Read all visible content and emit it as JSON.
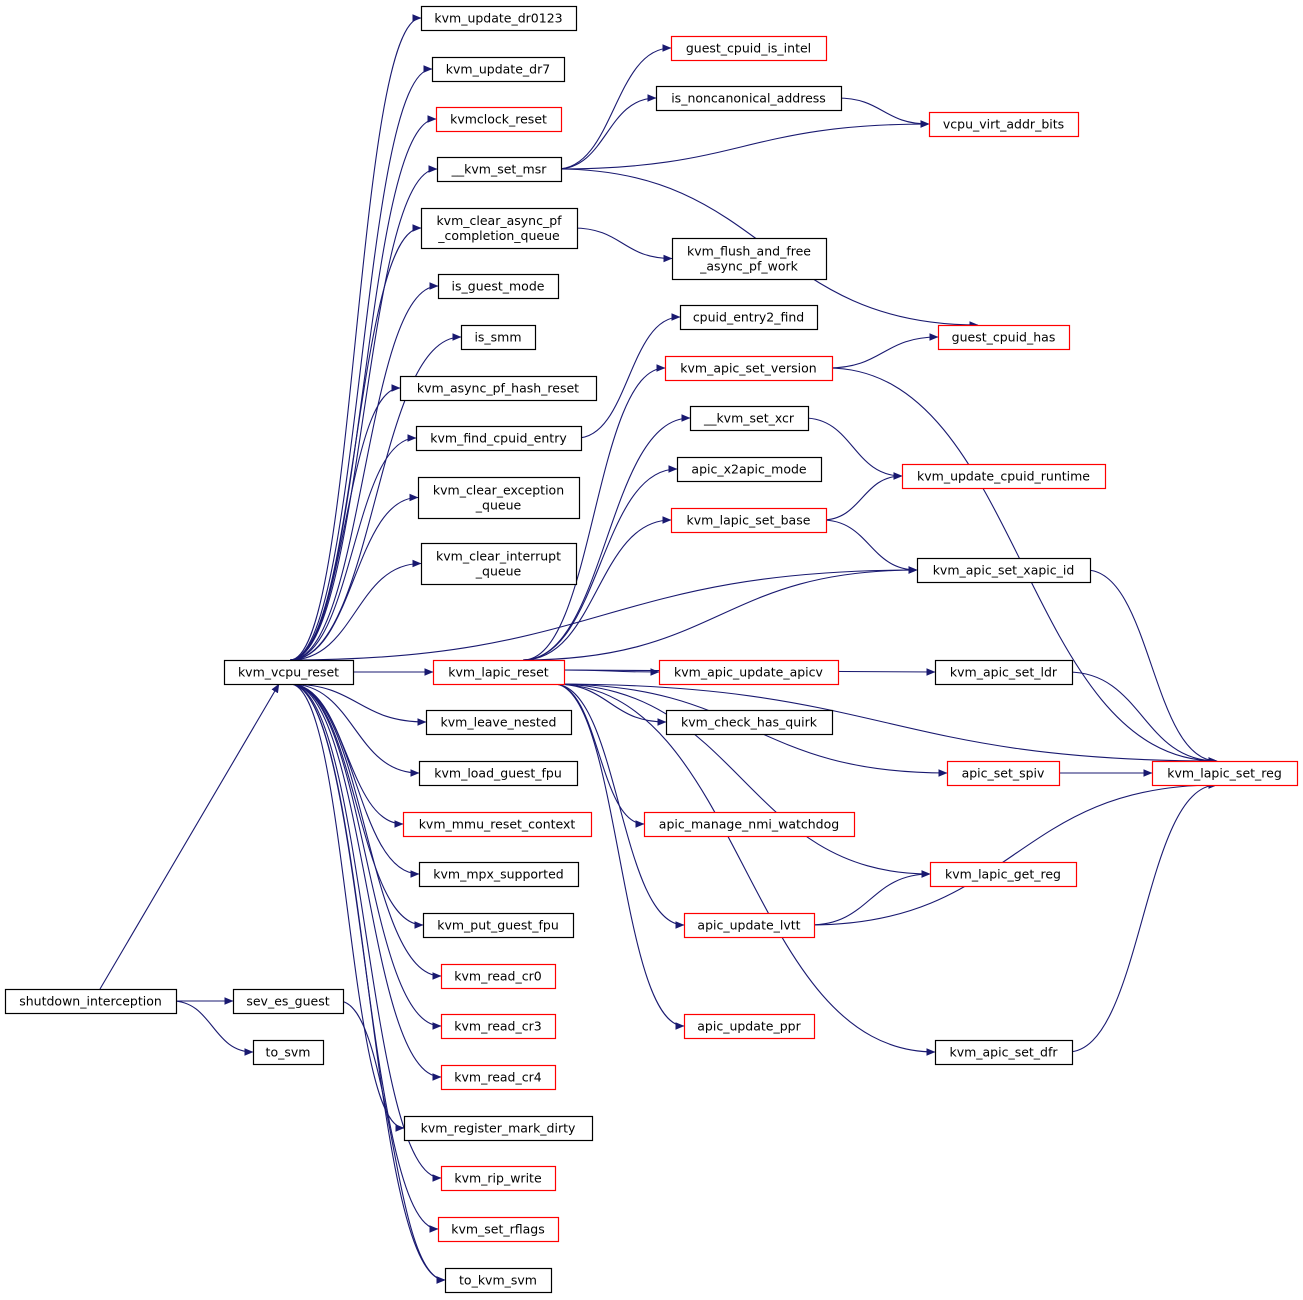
{
  "colors": {
    "edge": "#191970",
    "border_default": "#000000",
    "border_red": "#ff0000",
    "root_fill": "#bfbfbf"
  },
  "nodes": {
    "shutdown_interception": {
      "label": "shutdown_interception",
      "style": "root"
    },
    "kvm_vcpu_reset": {
      "label": "kvm_vcpu_reset",
      "style": "black"
    },
    "sev_es_guest": {
      "label": "sev_es_guest",
      "style": "black"
    },
    "to_svm": {
      "label": "to_svm",
      "style": "black"
    },
    "kvm_update_dr0123": {
      "label": "kvm_update_dr0123",
      "style": "black"
    },
    "kvm_update_dr7": {
      "label": "kvm_update_dr7",
      "style": "black"
    },
    "kvmclock_reset": {
      "label": "kvmclock_reset",
      "style": "red"
    },
    "__kvm_set_msr": {
      "label": "__kvm_set_msr",
      "style": "black"
    },
    "kvm_clear_async_pf_completion_queue": {
      "label": "kvm_clear_async_pf\n_completion_queue",
      "style": "black"
    },
    "is_guest_mode": {
      "label": "is_guest_mode",
      "style": "black"
    },
    "is_smm": {
      "label": "is_smm",
      "style": "black"
    },
    "kvm_async_pf_hash_reset": {
      "label": "kvm_async_pf_hash_reset",
      "style": "black"
    },
    "kvm_find_cpuid_entry": {
      "label": "kvm_find_cpuid_entry",
      "style": "black"
    },
    "kvm_clear_exception_queue": {
      "label": "kvm_clear_exception\n_queue",
      "style": "black"
    },
    "kvm_clear_interrupt_queue": {
      "label": "kvm_clear_interrupt\n_queue",
      "style": "black"
    },
    "kvm_lapic_reset": {
      "label": "kvm_lapic_reset",
      "style": "red"
    },
    "kvm_leave_nested": {
      "label": "kvm_leave_nested",
      "style": "black"
    },
    "kvm_load_guest_fpu": {
      "label": "kvm_load_guest_fpu",
      "style": "black"
    },
    "kvm_mmu_reset_context": {
      "label": "kvm_mmu_reset_context",
      "style": "red"
    },
    "kvm_mpx_supported": {
      "label": "kvm_mpx_supported",
      "style": "black"
    },
    "kvm_put_guest_fpu": {
      "label": "kvm_put_guest_fpu",
      "style": "black"
    },
    "kvm_read_cr0": {
      "label": "kvm_read_cr0",
      "style": "red"
    },
    "kvm_read_cr3": {
      "label": "kvm_read_cr3",
      "style": "red"
    },
    "kvm_read_cr4": {
      "label": "kvm_read_cr4",
      "style": "red"
    },
    "kvm_register_mark_dirty": {
      "label": "kvm_register_mark_dirty",
      "style": "black"
    },
    "kvm_rip_write": {
      "label": "kvm_rip_write",
      "style": "red"
    },
    "kvm_set_rflags": {
      "label": "kvm_set_rflags",
      "style": "red"
    },
    "to_kvm_svm": {
      "label": "to_kvm_svm",
      "style": "black"
    },
    "guest_cpuid_is_intel": {
      "label": "guest_cpuid_is_intel",
      "style": "red"
    },
    "is_noncanonical_address": {
      "label": "is_noncanonical_address",
      "style": "black"
    },
    "vcpu_virt_addr_bits": {
      "label": "vcpu_virt_addr_bits",
      "style": "red"
    },
    "guest_cpuid_has": {
      "label": "guest_cpuid_has",
      "style": "red"
    },
    "kvm_flush_and_free_async_pf_work": {
      "label": "kvm_flush_and_free\n_async_pf_work",
      "style": "black"
    },
    "cpuid_entry2_find": {
      "label": "cpuid_entry2_find",
      "style": "black"
    },
    "kvm_apic_set_version": {
      "label": "kvm_apic_set_version",
      "style": "red"
    },
    "__kvm_set_xcr": {
      "label": "__kvm_set_xcr",
      "style": "black"
    },
    "apic_x2apic_mode": {
      "label": "apic_x2apic_mode",
      "style": "black"
    },
    "kvm_lapic_set_base": {
      "label": "kvm_lapic_set_base",
      "style": "red"
    },
    "kvm_apic_update_apicv": {
      "label": "kvm_apic_update_apicv",
      "style": "red"
    },
    "kvm_check_has_quirk": {
      "label": "kvm_check_has_quirk",
      "style": "black"
    },
    "apic_manage_nmi_watchdog": {
      "label": "apic_manage_nmi_watchdog",
      "style": "red"
    },
    "apic_update_lvtt": {
      "label": "apic_update_lvtt",
      "style": "red"
    },
    "apic_update_ppr": {
      "label": "apic_update_ppr",
      "style": "red"
    },
    "kvm_update_cpuid_runtime": {
      "label": "kvm_update_cpuid_runtime",
      "style": "red"
    },
    "kvm_apic_set_xapic_id": {
      "label": "kvm_apic_set_xapic_id",
      "style": "black"
    },
    "kvm_apic_set_ldr": {
      "label": "kvm_apic_set_ldr",
      "style": "black"
    },
    "apic_set_spiv": {
      "label": "apic_set_spiv",
      "style": "red"
    },
    "kvm_lapic_get_reg": {
      "label": "kvm_lapic_get_reg",
      "style": "red"
    },
    "kvm_apic_set_dfr": {
      "label": "kvm_apic_set_dfr",
      "style": "black"
    },
    "kvm_lapic_set_reg": {
      "label": "kvm_lapic_set_reg",
      "style": "red"
    }
  },
  "edges": [
    [
      "shutdown_interception",
      "kvm_vcpu_reset"
    ],
    [
      "shutdown_interception",
      "sev_es_guest"
    ],
    [
      "shutdown_interception",
      "to_svm"
    ],
    [
      "sev_es_guest",
      "to_kvm_svm"
    ],
    [
      "kvm_vcpu_reset",
      "kvm_update_dr0123"
    ],
    [
      "kvm_vcpu_reset",
      "kvm_update_dr7"
    ],
    [
      "kvm_vcpu_reset",
      "kvmclock_reset"
    ],
    [
      "kvm_vcpu_reset",
      "__kvm_set_msr"
    ],
    [
      "kvm_vcpu_reset",
      "kvm_clear_async_pf_completion_queue"
    ],
    [
      "kvm_vcpu_reset",
      "is_guest_mode"
    ],
    [
      "kvm_vcpu_reset",
      "is_smm"
    ],
    [
      "kvm_vcpu_reset",
      "kvm_async_pf_hash_reset"
    ],
    [
      "kvm_vcpu_reset",
      "kvm_find_cpuid_entry"
    ],
    [
      "kvm_vcpu_reset",
      "kvm_clear_exception_queue"
    ],
    [
      "kvm_vcpu_reset",
      "kvm_clear_interrupt_queue"
    ],
    [
      "kvm_vcpu_reset",
      "kvm_lapic_reset"
    ],
    [
      "kvm_vcpu_reset",
      "kvm_leave_nested"
    ],
    [
      "kvm_vcpu_reset",
      "kvm_load_guest_fpu"
    ],
    [
      "kvm_vcpu_reset",
      "kvm_mmu_reset_context"
    ],
    [
      "kvm_vcpu_reset",
      "kvm_mpx_supported"
    ],
    [
      "kvm_vcpu_reset",
      "kvm_put_guest_fpu"
    ],
    [
      "kvm_vcpu_reset",
      "kvm_read_cr0"
    ],
    [
      "kvm_vcpu_reset",
      "kvm_read_cr3"
    ],
    [
      "kvm_vcpu_reset",
      "kvm_read_cr4"
    ],
    [
      "kvm_vcpu_reset",
      "kvm_register_mark_dirty"
    ],
    [
      "kvm_vcpu_reset",
      "kvm_rip_write"
    ],
    [
      "kvm_vcpu_reset",
      "kvm_set_rflags"
    ],
    [
      "kvm_vcpu_reset",
      "to_kvm_svm"
    ],
    [
      "kvm_vcpu_reset",
      "kvm_apic_set_xapic_id"
    ],
    [
      "__kvm_set_msr",
      "guest_cpuid_is_intel"
    ],
    [
      "__kvm_set_msr",
      "is_noncanonical_address"
    ],
    [
      "__kvm_set_msr",
      "vcpu_virt_addr_bits"
    ],
    [
      "__kvm_set_msr",
      "guest_cpuid_has"
    ],
    [
      "is_noncanonical_address",
      "vcpu_virt_addr_bits"
    ],
    [
      "kvm_clear_async_pf_completion_queue",
      "kvm_flush_and_free_async_pf_work"
    ],
    [
      "kvm_find_cpuid_entry",
      "cpuid_entry2_find"
    ],
    [
      "kvm_lapic_reset",
      "kvm_apic_set_version"
    ],
    [
      "kvm_lapic_reset",
      "__kvm_set_xcr"
    ],
    [
      "kvm_lapic_reset",
      "apic_x2apic_mode"
    ],
    [
      "kvm_lapic_reset",
      "kvm_lapic_set_base"
    ],
    [
      "kvm_lapic_reset",
      "kvm_apic_set_xapic_id"
    ],
    [
      "kvm_lapic_reset",
      "kvm_apic_set_ldr"
    ],
    [
      "kvm_lapic_reset",
      "kvm_apic_update_apicv"
    ],
    [
      "kvm_lapic_reset",
      "kvm_check_has_quirk"
    ],
    [
      "kvm_lapic_reset",
      "apic_set_spiv"
    ],
    [
      "kvm_lapic_reset",
      "apic_manage_nmi_watchdog"
    ],
    [
      "kvm_lapic_reset",
      "kvm_lapic_get_reg"
    ],
    [
      "kvm_lapic_reset",
      "apic_update_lvtt"
    ],
    [
      "kvm_lapic_reset",
      "kvm_lapic_set_reg"
    ],
    [
      "kvm_lapic_reset",
      "apic_update_ppr"
    ],
    [
      "kvm_lapic_reset",
      "kvm_apic_set_dfr"
    ],
    [
      "kvm_apic_set_version",
      "guest_cpuid_has"
    ],
    [
      "kvm_apic_set_version",
      "kvm_lapic_set_reg"
    ],
    [
      "__kvm_set_xcr",
      "kvm_update_cpuid_runtime"
    ],
    [
      "kvm_lapic_set_base",
      "kvm_update_cpuid_runtime"
    ],
    [
      "kvm_lapic_set_base",
      "kvm_apic_set_xapic_id"
    ],
    [
      "kvm_apic_set_xapic_id",
      "kvm_lapic_set_reg"
    ],
    [
      "kvm_apic_set_ldr",
      "kvm_lapic_set_reg"
    ],
    [
      "apic_set_spiv",
      "kvm_lapic_set_reg"
    ],
    [
      "apic_update_lvtt",
      "kvm_lapic_get_reg"
    ],
    [
      "apic_update_lvtt",
      "kvm_lapic_set_reg"
    ],
    [
      "kvm_apic_set_dfr",
      "kvm_lapic_set_reg"
    ]
  ]
}
